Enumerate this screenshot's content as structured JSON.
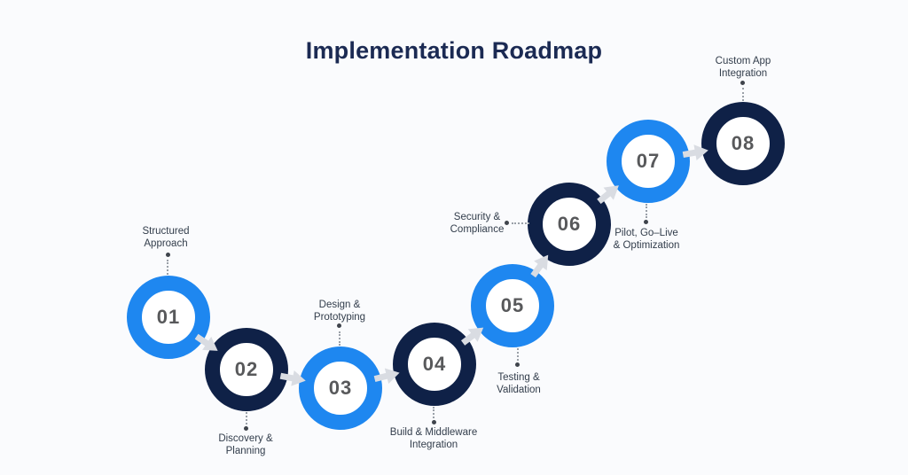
{
  "title": "Implementation Roadmap",
  "colors": {
    "background": "#fafbfd",
    "blue_ring": "#1e87f0",
    "navy_ring": "#0f2147",
    "number_text": "#58595b",
    "label_text": "#323d4b",
    "title_text": "#1b2a53",
    "arrow": "#d9dce2",
    "leader_line": "#9aa0a8",
    "leader_dot": "#3f444c"
  },
  "steps": [
    {
      "number": "01",
      "label_line1": "Structured",
      "label_line2": "Approach",
      "ring_color": "blue",
      "label_position": "above"
    },
    {
      "number": "02",
      "label_line1": "Discovery &",
      "label_line2": "Planning",
      "ring_color": "navy",
      "label_position": "below"
    },
    {
      "number": "03",
      "label_line1": "Design &",
      "label_line2": "Prototyping",
      "ring_color": "blue",
      "label_position": "above"
    },
    {
      "number": "04",
      "label_line1": "Build & Middleware",
      "label_line2": "Integration",
      "ring_color": "navy",
      "label_position": "below"
    },
    {
      "number": "05",
      "label_line1": "Testing &",
      "label_line2": "Validation",
      "ring_color": "blue",
      "label_position": "below"
    },
    {
      "number": "06",
      "label_line1": "Security &",
      "label_line2": "Compliance",
      "ring_color": "navy",
      "label_position": "left"
    },
    {
      "number": "07",
      "label_line1": "Pilot, Go–Live",
      "label_line2": "& Optimization",
      "ring_color": "blue",
      "label_position": "below"
    },
    {
      "number": "08",
      "label_line1": "Custom App",
      "label_line2": "Integration",
      "ring_color": "navy",
      "label_position": "above"
    }
  ]
}
